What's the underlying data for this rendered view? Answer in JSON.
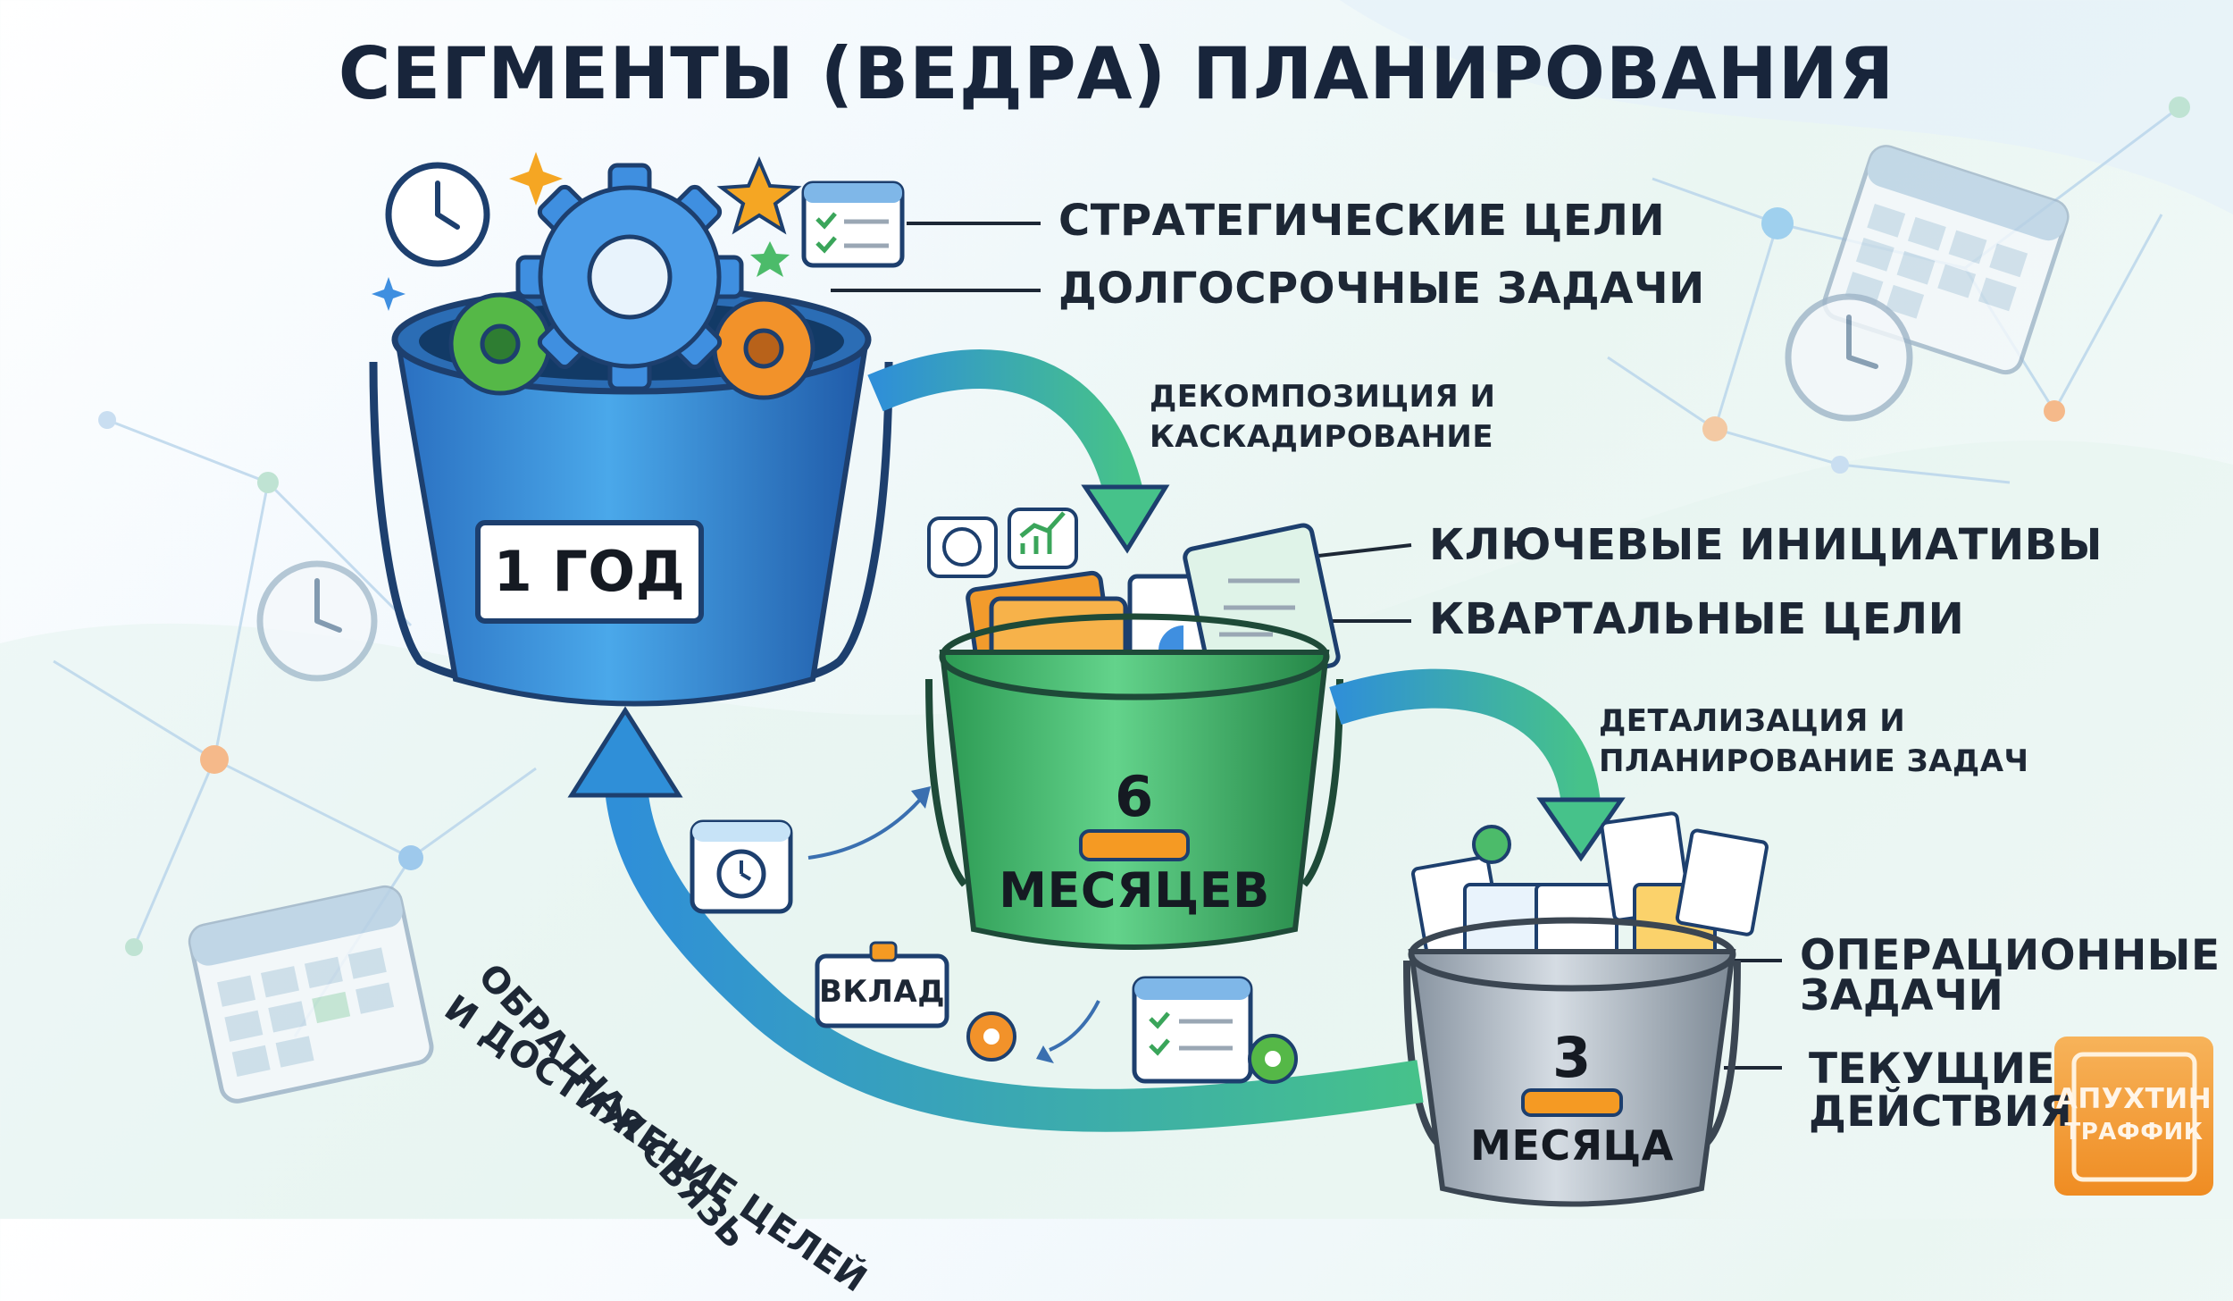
{
  "title": "СЕГМЕНТЫ (ВЕДРА) ПЛАНИРОВАНИЯ",
  "year_bucket": {
    "label": "1 ГОД",
    "items": [
      "СТРАТЕГИЧЕСКИЕ ЦЕЛИ",
      "ДОЛГОСРОЧНЫЕ ЗАДАЧИ"
    ]
  },
  "arrow_decomposition": [
    "ДЕКОМПОЗИЦИЯ И",
    "КАСКАДИРОВАНИЕ"
  ],
  "half_year_bucket": {
    "number": "6",
    "unit": "МЕСЯЦЕВ",
    "items": [
      "КЛЮЧЕВЫЕ ИНИЦИАТИВЫ",
      "КВАРТАЛЬНЫЕ ЦЕЛИ"
    ]
  },
  "arrow_detailing": [
    "ДЕТАЛИЗАЦИЯ И",
    "ПЛАНИРОВАНИЕ ЗАДАЧ"
  ],
  "quarter_bucket": {
    "number": "3",
    "unit": "МЕСЯЦА",
    "items": [
      "ОПЕРАЦИОННЫЕ",
      "ЗАДАЧИ",
      "ТЕКУЩИЕ",
      "ДЕЙСТВИЯ"
    ]
  },
  "feedback_arrow": [
    "ОБРАТНАЯ СВЯЗЬ",
    "И ДОСТИЖЕНИЕ ЦЕЛЕЙ"
  ],
  "contribution_tag": "ВКЛАД",
  "logo": {
    "line1": "АПУХТИН",
    "line2": "ТРАФФИК"
  },
  "colors": {
    "year_bucket": "#2f86d4",
    "half_year_bucket": "#3fb86a",
    "quarter_bucket": "#aeb8c2",
    "arrow": "#39b588",
    "accent_orange": "#f3931e",
    "title": "#18253b"
  }
}
